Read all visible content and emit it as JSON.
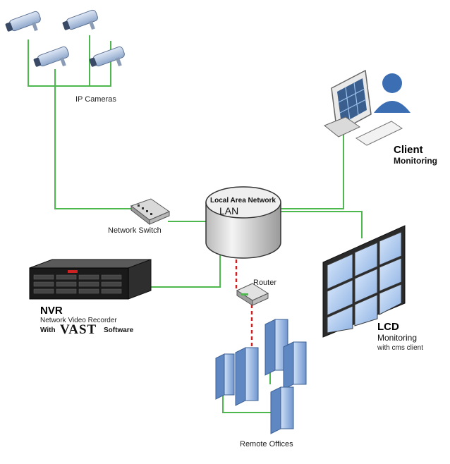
{
  "labels": {
    "ip_cameras": "IP Cameras",
    "network_switch": "Network Switch",
    "lan_title": "Local Area Network",
    "lan_short": "LAN",
    "router": "Router",
    "client_title": "Client",
    "client_sub": "Monitoring",
    "lcd_title": "LCD",
    "lcd_sub": "Monitoring",
    "lcd_note": "with cms client",
    "nvr_title": "NVR",
    "nvr_sub": "Network Video Recorder",
    "nvr_with": "With",
    "nvr_brand": "VAST",
    "nvr_software": "Software",
    "remote_offices": "Remote Offices"
  },
  "colors": {
    "link_green": "#4db84d",
    "wan_red": "#cc2222",
    "device_blue": "#6a93c8",
    "server_blue": "#8eb1e0"
  }
}
